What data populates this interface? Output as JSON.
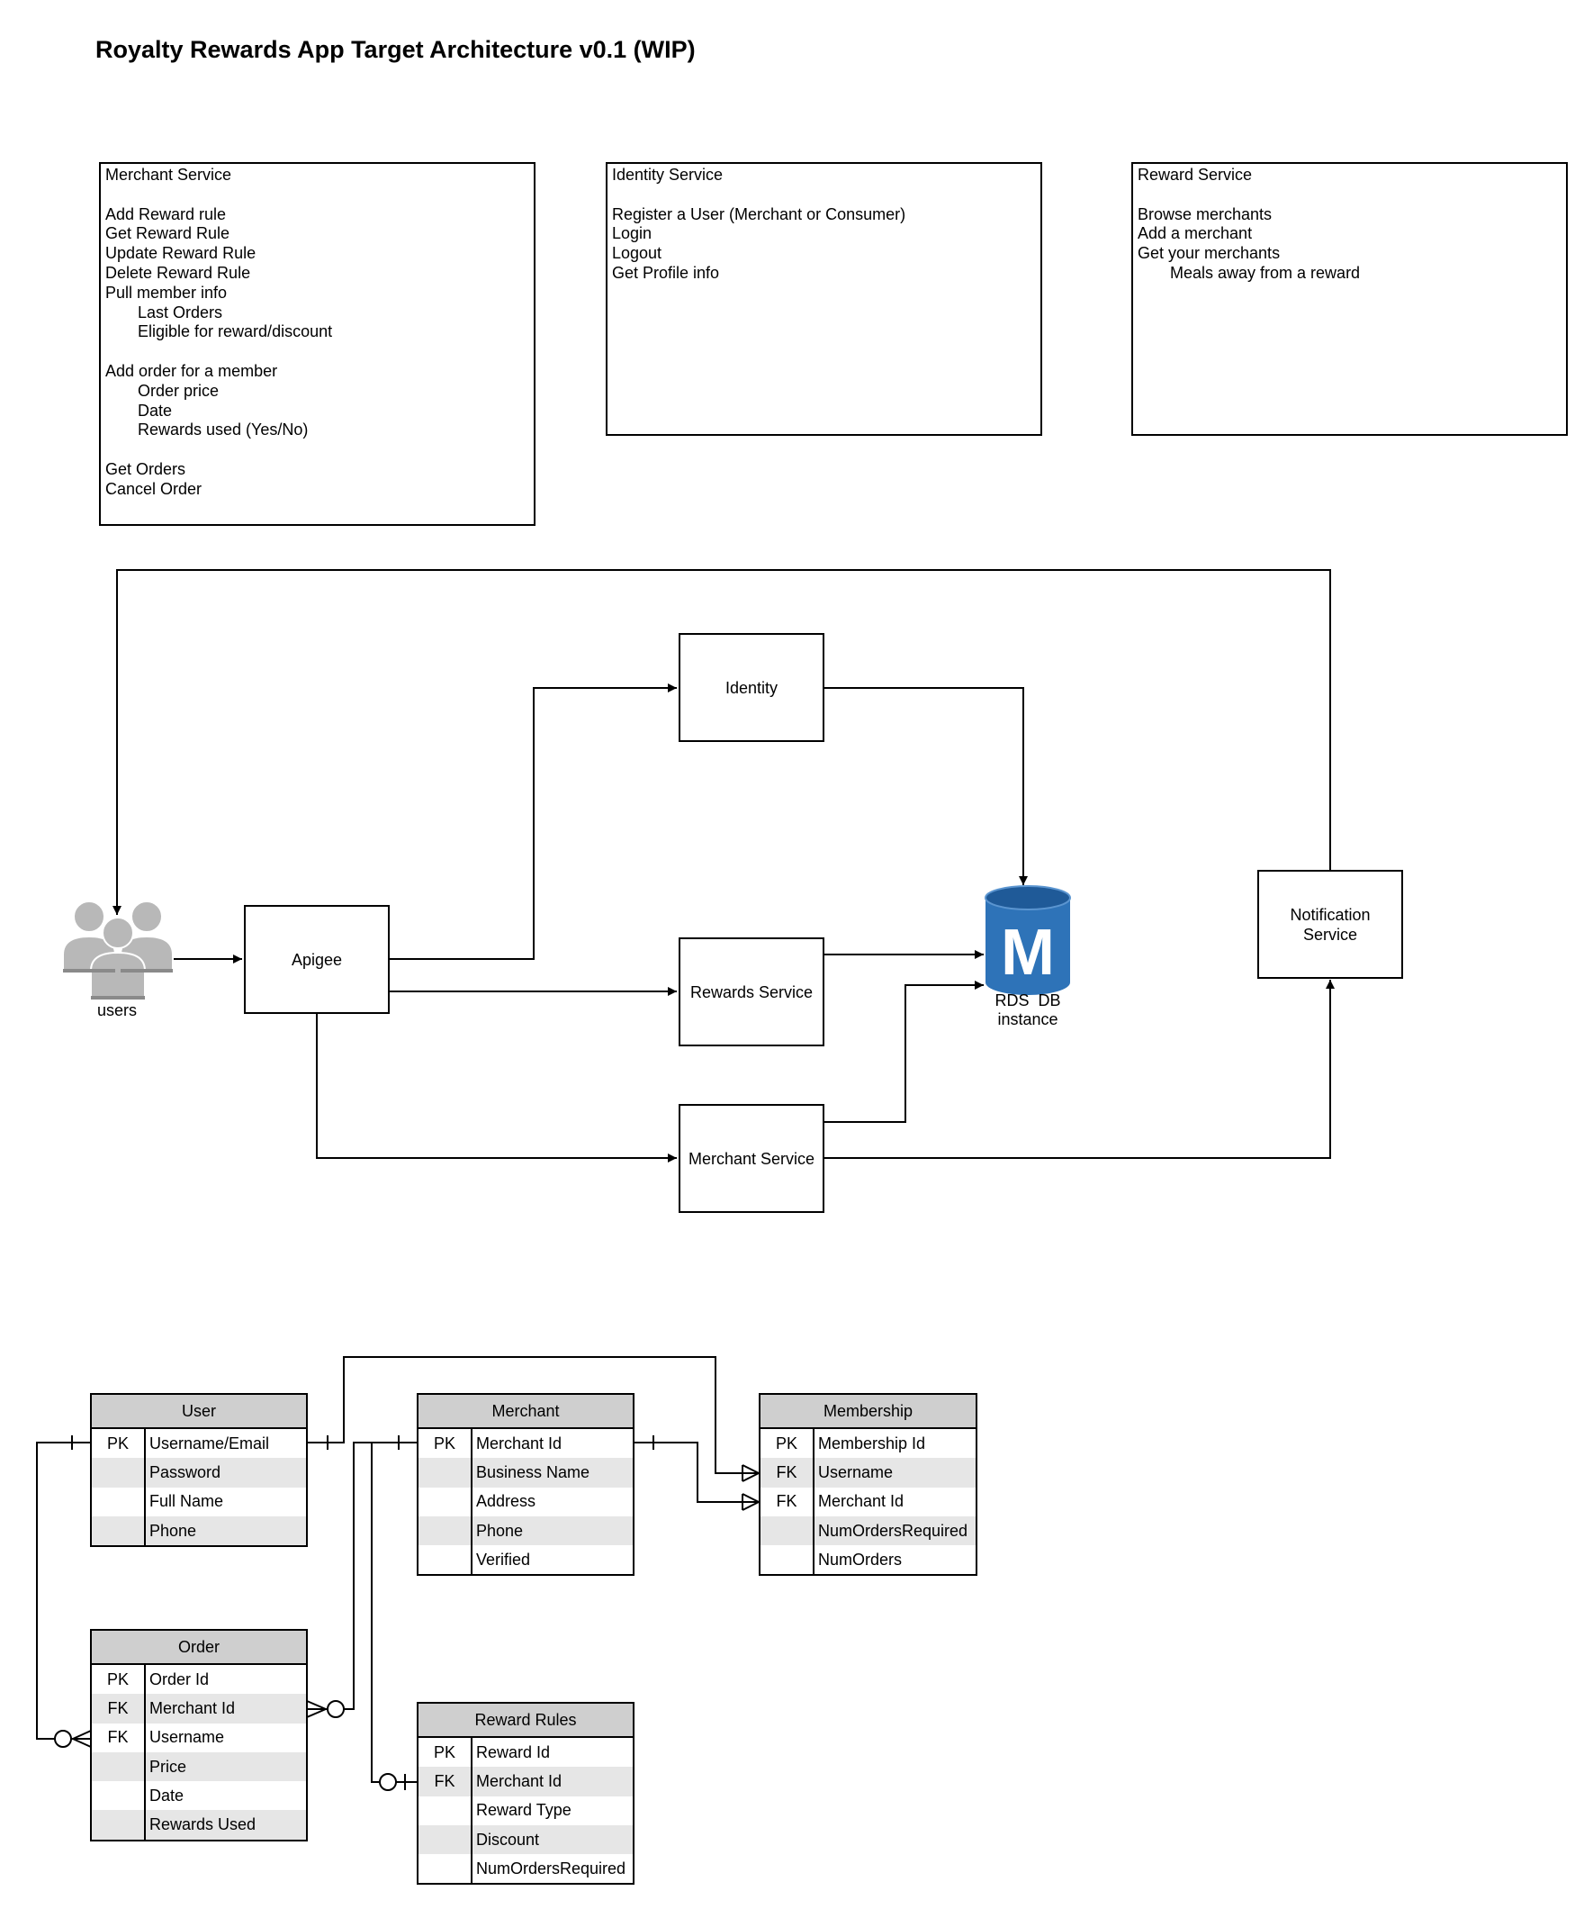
{
  "title": "Royalty Rewards App Target Architecture v0.1 (WIP)",
  "service_notes": {
    "merchant": {
      "heading": "Merchant Service",
      "lines": [
        {
          "text": "",
          "indent": false
        },
        {
          "text": "Add Reward rule",
          "indent": false
        },
        {
          "text": "Get Reward Rule",
          "indent": false
        },
        {
          "text": "Update Reward Rule",
          "indent": false
        },
        {
          "text": "Delete Reward Rule",
          "indent": false
        },
        {
          "text": "Pull member info",
          "indent": false
        },
        {
          "text": "Last Orders",
          "indent": true
        },
        {
          "text": "Eligible for reward/discount",
          "indent": true
        },
        {
          "text": "",
          "indent": false
        },
        {
          "text": "Add order for a member",
          "indent": false
        },
        {
          "text": "Order price",
          "indent": true
        },
        {
          "text": "Date",
          "indent": true
        },
        {
          "text": "Rewards used (Yes/No)",
          "indent": true
        },
        {
          "text": "",
          "indent": false
        },
        {
          "text": "Get Orders",
          "indent": false
        },
        {
          "text": "Cancel Order",
          "indent": false
        }
      ]
    },
    "identity": {
      "heading": "Identity Service",
      "lines": [
        {
          "text": "",
          "indent": false
        },
        {
          "text": "Register a User (Merchant or Consumer)",
          "indent": false
        },
        {
          "text": "Login",
          "indent": false
        },
        {
          "text": "Logout",
          "indent": false
        },
        {
          "text": "Get Profile info",
          "indent": false
        }
      ]
    },
    "reward": {
      "heading": "Reward Service",
      "lines": [
        {
          "text": "",
          "indent": false
        },
        {
          "text": "Browse merchants",
          "indent": false
        },
        {
          "text": "Add a merchant",
          "indent": false
        },
        {
          "text": "Get your merchants",
          "indent": false
        },
        {
          "text": "Meals away from a reward",
          "indent": true
        }
      ]
    }
  },
  "architecture": {
    "users_label": "users",
    "apigee": "Apigee",
    "identity": "Identity",
    "rewards_service": "Rewards Service",
    "merchant_service": "Merchant Service",
    "notification_service": "Notification Service",
    "db_letter": "M",
    "db_label_line1": "RDS  DB",
    "db_label_line2": "instance",
    "db_color": "#2e73b8"
  },
  "erd": {
    "user": {
      "name": "User",
      "rows": [
        [
          "PK",
          "Username/Email"
        ],
        [
          "",
          "Password"
        ],
        [
          "",
          "Full Name"
        ],
        [
          "",
          "Phone"
        ]
      ]
    },
    "merchant": {
      "name": "Merchant",
      "rows": [
        [
          "PK",
          "Merchant Id"
        ],
        [
          "",
          "Business Name"
        ],
        [
          "",
          "Address"
        ],
        [
          "",
          "Phone"
        ],
        [
          "",
          "Verified"
        ]
      ]
    },
    "membership": {
      "name": "Membership",
      "rows": [
        [
          "PK",
          "Membership Id"
        ],
        [
          "FK",
          "Username"
        ],
        [
          "FK",
          "Merchant Id"
        ],
        [
          "",
          "NumOrdersRequired"
        ],
        [
          "",
          "NumOrders"
        ]
      ]
    },
    "order": {
      "name": "Order",
      "rows": [
        [
          "PK",
          "Order Id"
        ],
        [
          "FK",
          "Merchant Id"
        ],
        [
          "FK",
          "Username"
        ],
        [
          "",
          "Price"
        ],
        [
          "",
          "Date"
        ],
        [
          "",
          "Rewards Used"
        ]
      ]
    },
    "reward_rules": {
      "name": "Reward Rules",
      "rows": [
        [
          "PK",
          "Reward Id"
        ],
        [
          "FK",
          "Merchant Id"
        ],
        [
          "",
          "Reward Type"
        ],
        [
          "",
          "Discount"
        ],
        [
          "",
          "NumOrdersRequired"
        ]
      ]
    }
  }
}
